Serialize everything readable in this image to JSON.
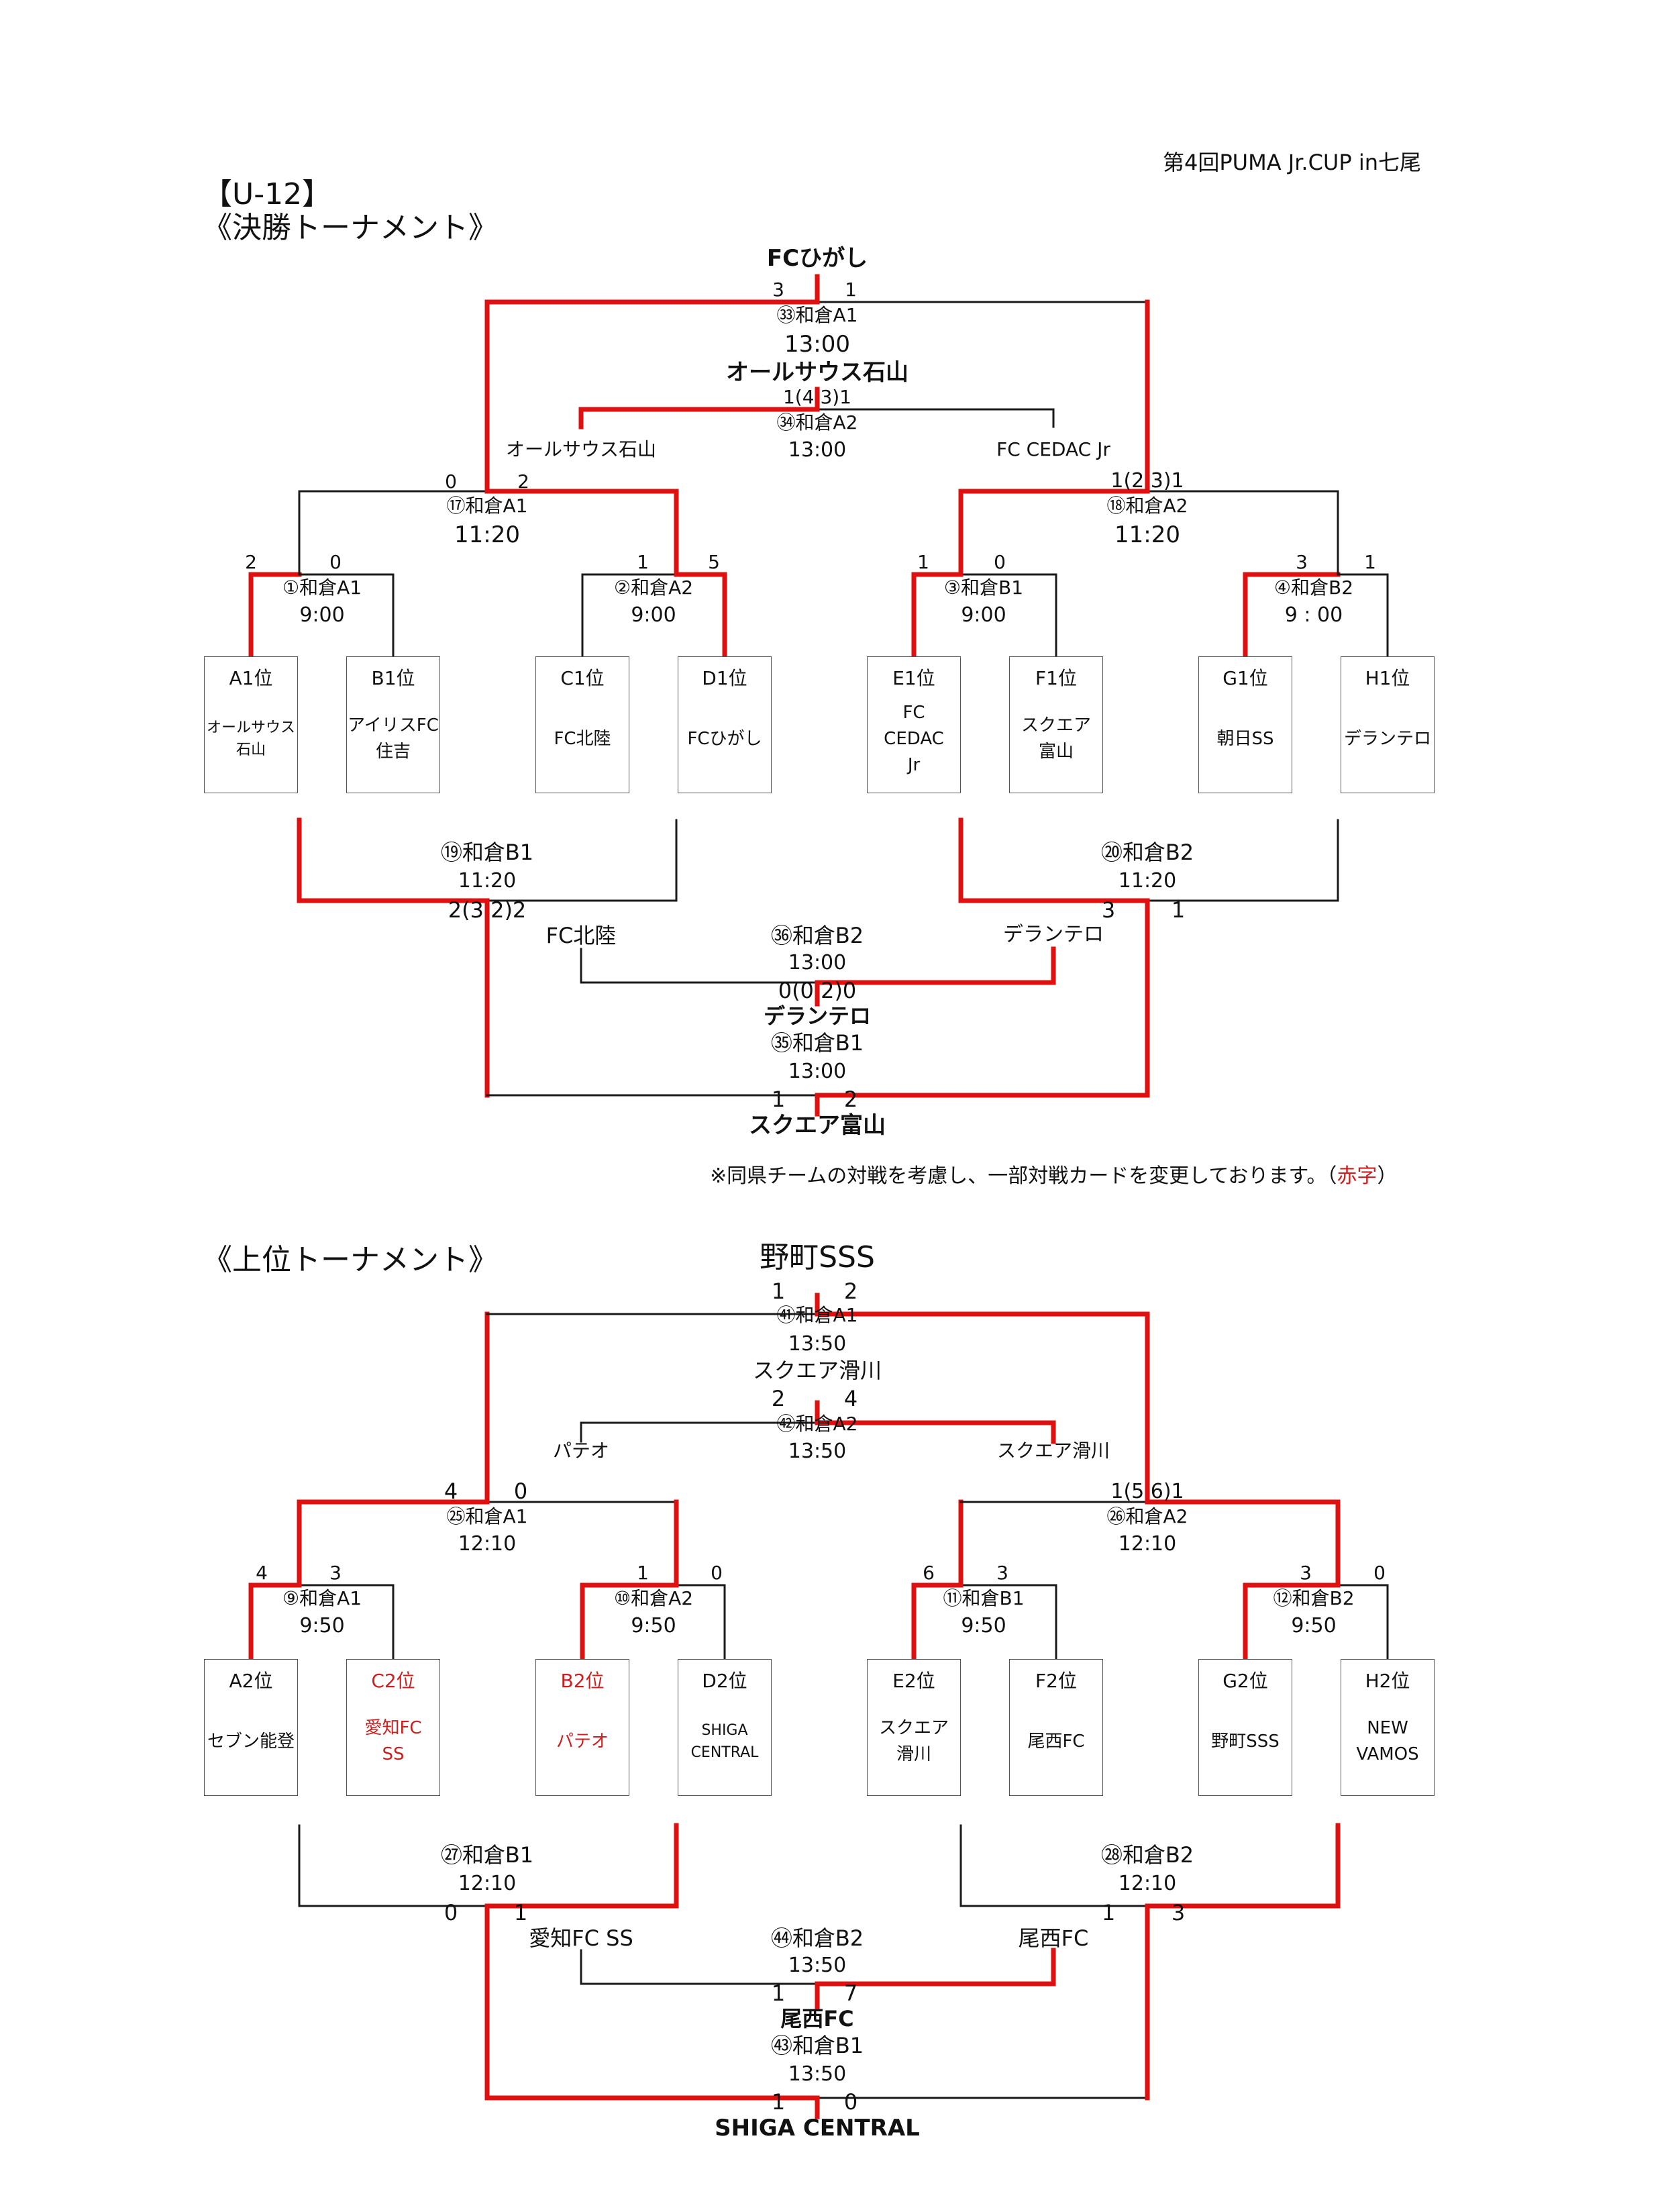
{
  "header": {
    "event": "第4回PUMA Jr.CUP in七尾",
    "category": "【U-12】"
  },
  "final_tournament": {
    "title": "《決勝トーナメント》",
    "slots": [
      {
        "pos": "A1位",
        "team": "オールサウス\n石山"
      },
      {
        "pos": "B1位",
        "team": "アイリスFC\n住吉"
      },
      {
        "pos": "C1位",
        "team": "FC北陸"
      },
      {
        "pos": "D1位",
        "team": "FCひがし"
      },
      {
        "pos": "E1位",
        "team": "FC\nCEDAC\nJr"
      },
      {
        "pos": "F1位",
        "team": "スクエア\n富山"
      },
      {
        "pos": "G1位",
        "team": "朝日SS"
      },
      {
        "pos": "H1位",
        "team": "デランテロ"
      }
    ],
    "r1": [
      {
        "label": "①和倉A1",
        "time": "9:00",
        "sl": "2",
        "sr": "0"
      },
      {
        "label": "②和倉A2",
        "time": "9:00",
        "sl": "1",
        "sr": "5"
      },
      {
        "label": "③和倉B1",
        "time": "9:00",
        "sl": "1",
        "sr": "0"
      },
      {
        "label": "④和倉B2",
        "time": "9 : 00",
        "sl": "3",
        "sr": "1"
      }
    ],
    "r2": [
      {
        "label": "⑰和倉A1",
        "time": "11:20",
        "sl": "0",
        "sr": "2"
      },
      {
        "label": "⑱和倉A2",
        "time": "11:20",
        "score": "1(2 3)1"
      }
    ],
    "losers": [
      {
        "label": "⑲和倉B1",
        "time": "11:20",
        "score": "2(3 2)2"
      },
      {
        "label": "⑳和倉B2",
        "time": "11:20",
        "sl": "3",
        "sr": "1"
      }
    ],
    "semi_third": {
      "label": "㉞和倉A2",
      "time": "13:00",
      "score": "1(4  3)1",
      "left": "オールサウス石山",
      "right": "FC CEDAC Jr",
      "winner": "オールサウス石山"
    },
    "final": {
      "label": "㉝和倉A1",
      "time": "13:00",
      "sl": "3",
      "sr": "1",
      "winner": "FCひがし"
    },
    "place_b2": {
      "label": "㊱和倉B2",
      "time": "13:00",
      "score": "0(0 2)0",
      "left": "FC北陸",
      "right": "デランテロ",
      "winner": "デランテロ"
    },
    "place_b1": {
      "label": "㉟和倉B1",
      "time": "13:00",
      "sl": "1",
      "sr": "2",
      "winner": "スクエア富山"
    },
    "note_prefix": "※同県チームの対戦を考慮し、一部対戦カードを変更しております。（",
    "note_red": "赤字",
    "note_suffix": "）"
  },
  "upper_tournament": {
    "title": "《上位トーナメント》",
    "slots": [
      {
        "pos": "A2位",
        "team": "セブン能登",
        "red": false
      },
      {
        "pos": "C2位",
        "team": "愛知FC\nSS",
        "red": true
      },
      {
        "pos": "B2位",
        "team": "パテオ",
        "red": true
      },
      {
        "pos": "D2位",
        "team": "SHIGA\nCENTRAL",
        "red": false
      },
      {
        "pos": "E2位",
        "team": "スクエア\n滑川",
        "red": false
      },
      {
        "pos": "F2位",
        "team": "尾西FC",
        "red": false
      },
      {
        "pos": "G2位",
        "team": "野町SSS",
        "red": false
      },
      {
        "pos": "H2位",
        "team": "NEW\nVAMOS",
        "red": false
      }
    ],
    "r1": [
      {
        "label": "⑨和倉A1",
        "time": "9:50",
        "sl": "4",
        "sr": "3"
      },
      {
        "label": "⑩和倉A2",
        "time": "9:50",
        "sl": "1",
        "sr": "0"
      },
      {
        "label": "⑪和倉B1",
        "time": "9:50",
        "sl": "6",
        "sr": "3"
      },
      {
        "label": "⑫和倉B2",
        "time": "9:50",
        "sl": "3",
        "sr": "0"
      }
    ],
    "r2": [
      {
        "label": "㉕和倉A1",
        "time": "12:10",
        "sl": "4",
        "sr": "0"
      },
      {
        "label": "㉖和倉A2",
        "time": "12:10",
        "score": "1(5 6)1"
      }
    ],
    "losers": [
      {
        "label": "㉗和倉B1",
        "time": "12:10",
        "sl": "0",
        "sr": "1"
      },
      {
        "label": "㉘和倉B2",
        "time": "12:10",
        "sl": "1",
        "sr": "3"
      }
    ],
    "semi_third": {
      "label": "㊷和倉A2",
      "time": "13:50",
      "sl": "2",
      "sr": "4",
      "left": "パテオ",
      "right": "スクエア滑川",
      "winner": "スクエア滑川"
    },
    "final": {
      "label": "㊶和倉A1",
      "time": "13:50",
      "sl": "1",
      "sr": "2",
      "winner": "野町SSS"
    },
    "place_b2": {
      "label": "㊹和倉B2",
      "time": "13:50",
      "sl": "1",
      "sr": "7",
      "left": "愛知FC SS",
      "right": "尾西FC",
      "winner": "尾西FC"
    },
    "place_b1": {
      "label": "㊸和倉B1",
      "time": "13:50",
      "sl": "1",
      "sr": "0",
      "winner": "SHIGA CENTRAL"
    }
  },
  "colors": {
    "win_line": "#e01010",
    "line": "#1a1a1a",
    "red_text": "#cc1f1f"
  }
}
